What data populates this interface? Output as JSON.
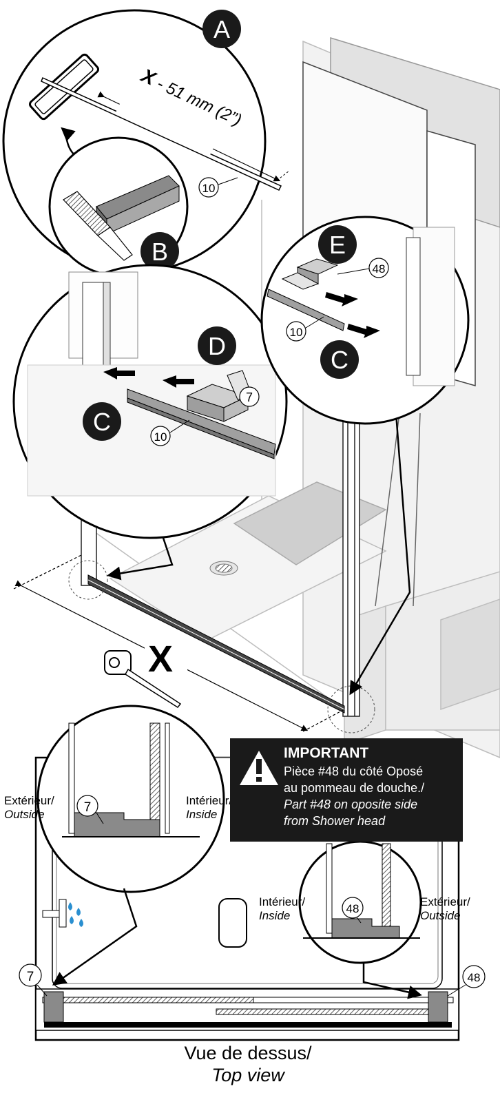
{
  "steps": {
    "a": "A",
    "b": "B",
    "c": "C",
    "d": "D",
    "e": "E"
  },
  "measure": {
    "formula_x": "X",
    "formula_rest": " - 51 mm (2”)",
    "total": "X"
  },
  "parts": {
    "rail": "10",
    "block_left": "7",
    "block_right": "48"
  },
  "important": {
    "title": "IMPORTANT",
    "fr_line1": "Pièce #48 du côté Oposé",
    "fr_line2": "au pommeau de douche./",
    "en_line1": "Part #48 on oposite side",
    "en_line2": "from Shower head"
  },
  "sides": {
    "exterior_fr": "Extérieur/",
    "exterior_en": "Outside",
    "interior_fr": "Intérieur/",
    "interior_en": "Inside"
  },
  "caption": {
    "fr": "Vue de dessus/",
    "en": "Top view"
  },
  "colors": {
    "callout": "#1a1a1a",
    "part_gray": "#8a8a8a",
    "wall_gray": "#d9d9d9",
    "water": "#2a8fd0"
  }
}
